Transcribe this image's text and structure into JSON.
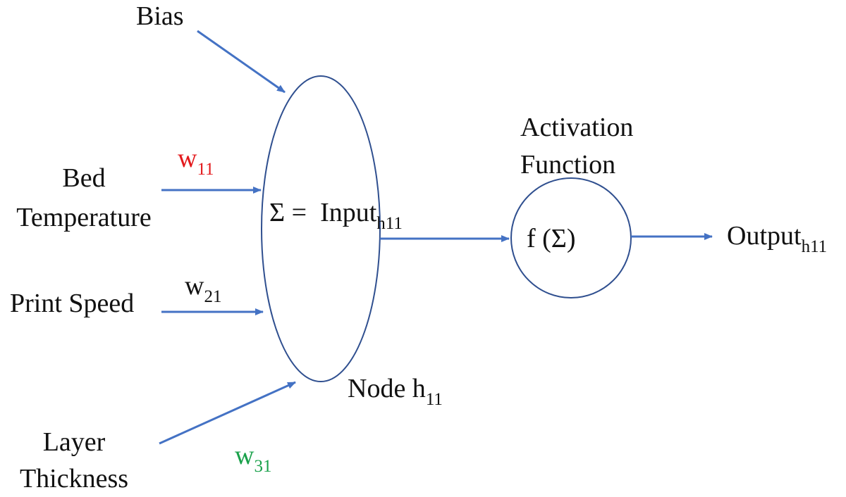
{
  "inputs": {
    "bias": "Bias",
    "bed_temperature": [
      "Bed",
      "Temperature"
    ],
    "print_speed": "Print Speed",
    "layer_thickness": [
      "Layer",
      "Thickness"
    ]
  },
  "weights": {
    "w11": {
      "base": "w",
      "sub": "11",
      "color": "#e3191c"
    },
    "w21": {
      "base": "w",
      "sub": "21",
      "color": "#111111"
    },
    "w31": {
      "base": "w",
      "sub": "31",
      "color": "#1aa14b"
    }
  },
  "node": {
    "sum_symbol": "Σ =",
    "input_base": "Input",
    "input_sub": "h11",
    "label_base": "Node h",
    "label_sub": "11"
  },
  "activation": {
    "title": [
      "Activation",
      "Function"
    ],
    "function": "f (Σ)"
  },
  "output": {
    "base": "Output",
    "sub": "h11"
  },
  "colors": {
    "arrow": "#4472c4",
    "shape_stroke": "#2f4f8f"
  }
}
